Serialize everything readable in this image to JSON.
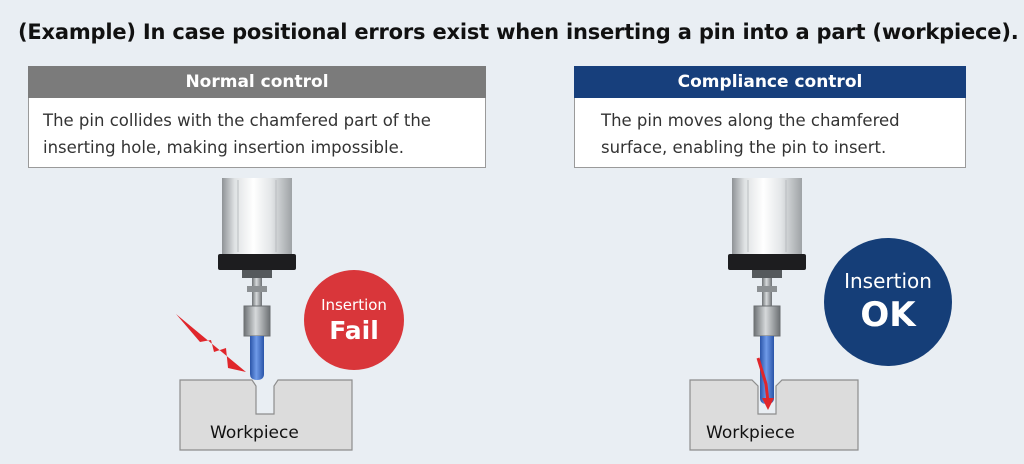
{
  "title": "(Example) In case positional errors exist when inserting a pin into a part (workpiece).",
  "left_panel": {
    "header": "Normal control",
    "line1": "The pin collides with the chamfered part of the",
    "line2": "inserting hole, making insertion impossible.",
    "badge_line1": "Insertion",
    "badge_line2": "Fail",
    "workpiece_label": "Workpiece"
  },
  "right_panel": {
    "header": "Compliance control",
    "line1": "The pin moves along the chamfered",
    "line2": "surface, enabling the pin to insert.",
    "badge_line1": "Insertion",
    "badge_line2": "OK",
    "workpiece_label": "Workpiece"
  },
  "colors": {
    "background": "#e9eef3",
    "normal_header": "#7b7b7b",
    "compliance_header": "#173f7c",
    "fail_badge": "#d9363a",
    "ok_badge": "#153e78",
    "pin_blue": "#3d6fd0",
    "arrow_red": "#e0262b"
  }
}
